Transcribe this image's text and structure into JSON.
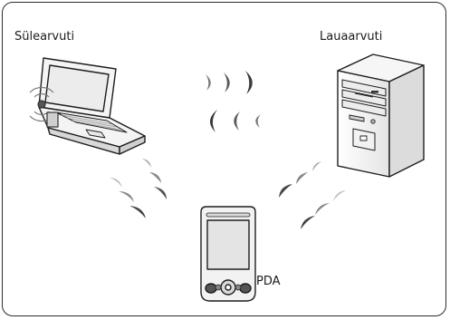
{
  "labels": {
    "laptop": "Sülearvuti",
    "desktop": "Lauaarvuti",
    "pda": "PDA"
  },
  "icons": [
    "laptop-icon",
    "wireless-card-icon",
    "desktop-tower-icon",
    "pda-icon",
    "signal-wave-icon"
  ],
  "colors": {
    "frame": "#2b2b2b",
    "device_fill": "#f2f2f2",
    "device_shade": "#d9d9d9",
    "screen": "#e6e6e6",
    "wave_dark": "#3a3a3a",
    "wave_light": "#bfbfbf"
  }
}
